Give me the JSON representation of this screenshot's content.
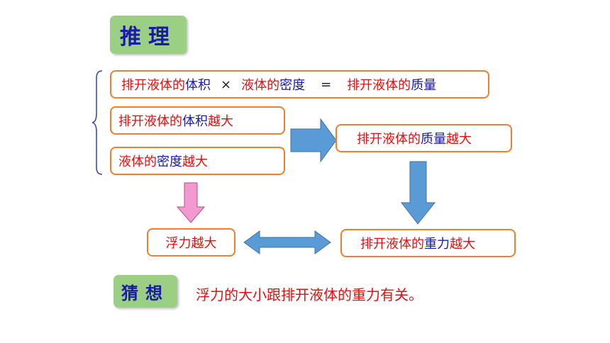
{
  "tags": {
    "reasoning": "推理",
    "guess": "猜想"
  },
  "equation": {
    "p1": "排开液体的",
    "p2": "体积",
    "op1": "×",
    "p3": "液体的",
    "p4": "密度",
    "op2": "=",
    "p5": "排开液体的",
    "p6": "质量"
  },
  "volume_box": {
    "p1": "排开液体的",
    "p2": "体积",
    "p3": "越大"
  },
  "density_box": {
    "p1": "液体的",
    "p2": "密度",
    "p3": "越大"
  },
  "mass_box": {
    "p1": "排开液体的",
    "p2": "质量",
    "p3": "越大"
  },
  "buoyancy_box": {
    "text": "浮力越大"
  },
  "gravity_box": {
    "p1": "排开液体的",
    "p2": "重力",
    "p3": "越大"
  },
  "conclusion": "浮力的大小跟排开液体的重力有关。",
  "colors": {
    "red": "#e01010",
    "blue": "#1a1aa8",
    "border": "#ee7f2e",
    "tag_bg": "#9bcf84",
    "arrow_blue": "#5b9bd5",
    "arrow_pink": "#f29ad0"
  }
}
